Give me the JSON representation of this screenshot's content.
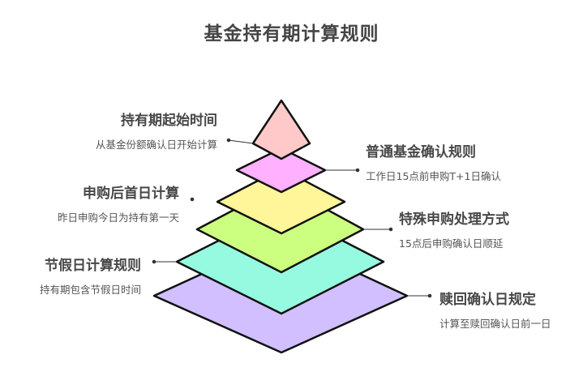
{
  "title": "基金持有期计算规则",
  "layers": [
    {
      "id": "top",
      "color": "#ffc9c9",
      "heading": "持有期起始时间",
      "sub": "从基金份额确认日开始计算",
      "side": "left"
    },
    {
      "id": "layer2",
      "color": "#ffb0ff",
      "heading": "普通基金确认规则",
      "sub": "工作日15点前申购T+1日确认",
      "side": "right"
    },
    {
      "id": "layer3",
      "color": "#fff599",
      "heading": "申购后首日计算",
      "sub": "昨日申购今日为持有第一天",
      "side": "left"
    },
    {
      "id": "layer4",
      "color": "#ccff80",
      "heading": "特殊申购处理方式",
      "sub": "15点后申购确认日顺延",
      "side": "right"
    },
    {
      "id": "layer5",
      "color": "#96fae1",
      "heading": "节假日计算规则",
      "sub": "持有期包含节假日时间",
      "side": "left"
    },
    {
      "id": "base",
      "color": "#d1bfff",
      "heading": "赎回确认日规定",
      "sub": "计算至赎回确认日前一日",
      "side": "right"
    }
  ],
  "stroke_color": "#111111"
}
